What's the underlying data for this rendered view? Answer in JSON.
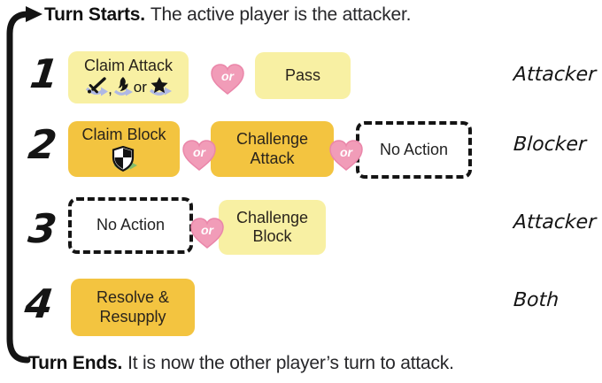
{
  "header": {
    "lead": "Turn Starts.",
    "text": "The active player is the attacker."
  },
  "footer": {
    "lead": "Turn Ends.",
    "text": "It is now the other player’s turn to attack."
  },
  "or_connector": "or",
  "rows": [
    {
      "number": "1",
      "role": "Attacker",
      "boxes": [
        {
          "label": "Claim Attack",
          "icons": [
            "sword",
            "flame",
            "star"
          ],
          "icon_separators": [
            ",",
            "or"
          ]
        },
        {
          "label": "Pass"
        }
      ]
    },
    {
      "number": "2",
      "role": "Blocker",
      "boxes": [
        {
          "label": "Claim Block",
          "icons": [
            "shield"
          ]
        },
        {
          "label": "Challenge Attack"
        },
        {
          "label": "No Action"
        }
      ]
    },
    {
      "number": "3",
      "role": "Attacker",
      "boxes": [
        {
          "label": "No Action"
        },
        {
          "label": "Challenge Block"
        }
      ]
    },
    {
      "number": "4",
      "role": "Both",
      "boxes": [
        {
          "label": "Resolve & Resupply"
        }
      ]
    }
  ],
  "colors": {
    "pale_yellow": "#F8F0A3",
    "amber": "#F3C440",
    "heart_pink": "#F19CB8",
    "swoosh_periwinkle": "#AFB8E4",
    "leaf_green": "#86BD6B",
    "ink": "#141414"
  }
}
